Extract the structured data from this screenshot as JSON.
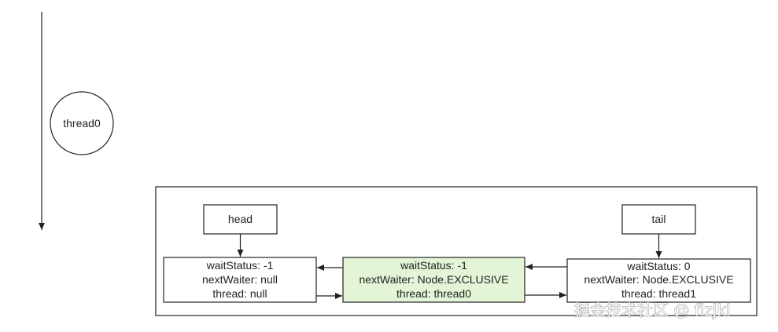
{
  "thread_circle": {
    "label": "thread0"
  },
  "labels": {
    "head": "head",
    "tail": "tail"
  },
  "nodes": [
    {
      "lines": [
        "waitStatus: -1",
        "nextWaiter:  null",
        "thread:  null"
      ],
      "fill": "#ffffff"
    },
    {
      "lines": [
        "waitStatus: -1",
        "nextWaiter:  Node.EXCLUSIVE",
        "thread:  thread0"
      ],
      "fill": "#e3f4d7"
    },
    {
      "lines": [
        "waitStatus: 0",
        "nextWaiter:  Node.EXCLUSIVE",
        "thread:  thread1"
      ],
      "fill": "#ffffff"
    }
  ],
  "watermark": "掘金技术社区 @ flzjkl",
  "colors": {
    "stroke": "#222222",
    "highlight": "#e3f4d7"
  }
}
